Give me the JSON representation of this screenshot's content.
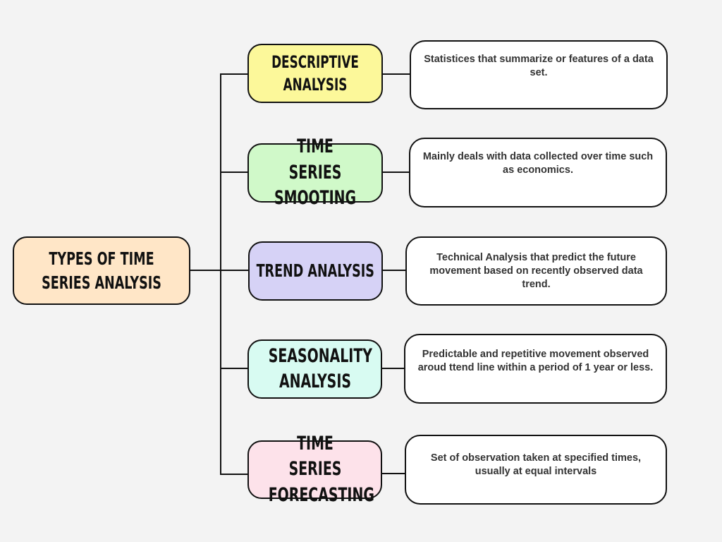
{
  "root": {
    "label": "Types of Time Series Analysis",
    "color": "#ffe6c7"
  },
  "branches": [
    {
      "label": "Descriptive Analysis",
      "color": "#fcf89a",
      "description": "Statistices that summarize or features of a data set."
    },
    {
      "label": "Time Series Smooting",
      "color": "#d0f9c9",
      "description": "Mainly deals with data collected over time such as economics."
    },
    {
      "label": "Trend Analysis",
      "color": "#d6d2f6",
      "description": "Technical Analysis that predict the future movement based on recently observed data trend."
    },
    {
      "label": "Seasonality Analysis",
      "color": "#d8fbf2",
      "description": "Predictable and repetitive movement observed aroud ttend line within a period of 1 year or less."
    },
    {
      "label": "Time Series Forecasting",
      "color": "#fde2ea",
      "description": "Set of observation taken at specified times, usually at equal intervals"
    }
  ]
}
